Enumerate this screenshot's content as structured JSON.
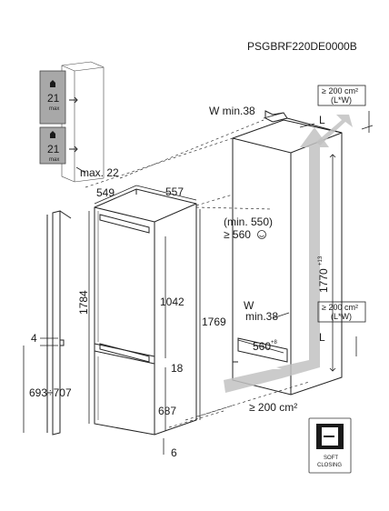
{
  "model_code": "PSGBRF220DE0000B",
  "icons": {
    "thumbnail_max_value": "21",
    "thumbnail_max_unit": "max",
    "soft_closing_icon": "soft-closing-door-icon",
    "smile_icon": "smile-icon"
  },
  "labels": {
    "max_22": "max. 22",
    "w_min_38_top": "W min.38",
    "vent_top": "≥ 200 cm²",
    "vent_top_sub": "(L*W)",
    "L_top": "L",
    "min_550": "(min. 550)",
    "ge_560": "≥ 560",
    "h_1770": "1770",
    "h_1770_tol": "+13",
    "W_mid": "W",
    "min_38_mid": "min.38",
    "vent_mid": "≥ 200 cm²",
    "vent_mid_sub": "(L*W)",
    "L_mid": "L",
    "w_560": "560",
    "w_560_tol": "+8",
    "vent_bottom": "≥ 200 cm²",
    "d_549": "549",
    "d_557": "557",
    "h_1784": "1784",
    "h_1042": "1042",
    "h_1769": "1769",
    "h_18": "18",
    "h_687": "687",
    "h_6": "6",
    "h_4": "4",
    "h_693_707": "693÷707",
    "soft_line1": "SOFT",
    "soft_line2": "CLOSING"
  },
  "colors": {
    "lines": "#222222",
    "airflow_arrow": "#c2c2c2",
    "thumbnail_fill": "#a8a8a8",
    "background": "#ffffff"
  }
}
